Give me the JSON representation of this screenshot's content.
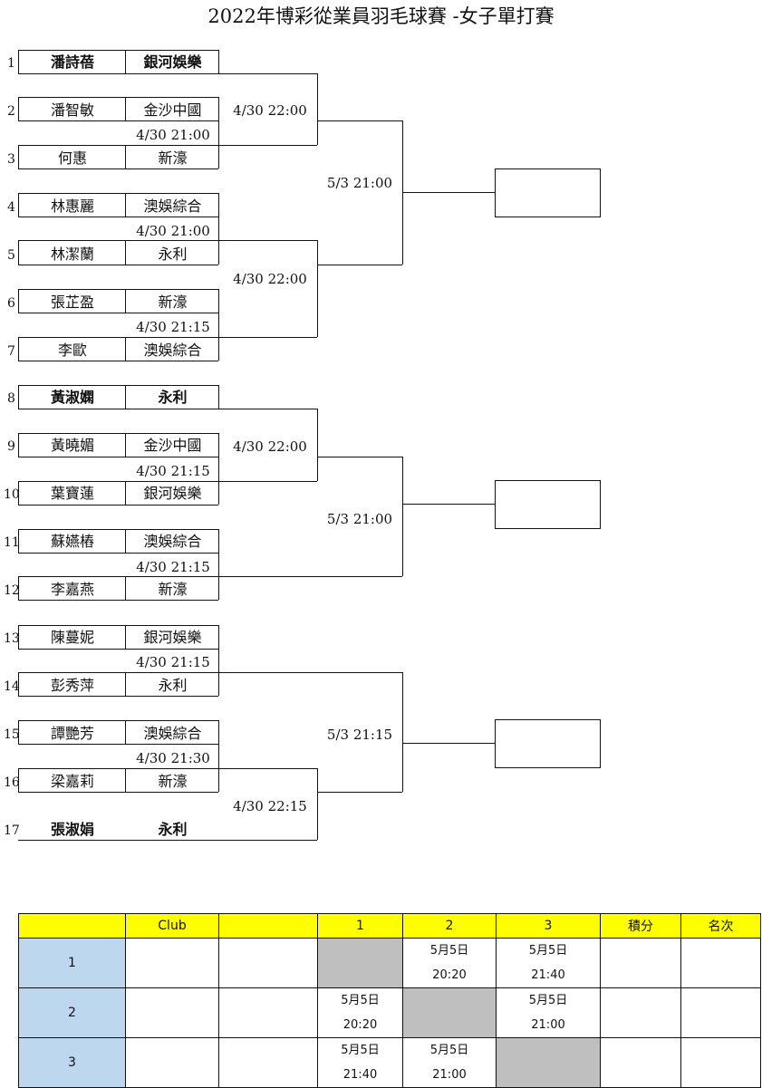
{
  "title": "2022年博彩從業員羽毛球賽 -女子單打賽",
  "players": [
    {
      "seed": "1",
      "name": "潘詩蓓",
      "club": "銀河娛樂"
    },
    {
      "seed": "2",
      "name": "潘智敏",
      "club": "金沙中國"
    },
    {
      "seed": "3",
      "name": "何惠",
      "club": "新濠"
    },
    {
      "seed": "4",
      "name": "林惠麗",
      "club": "澳娛綜合"
    },
    {
      "seed": "5",
      "name": "林潔蘭",
      "club": "永利"
    },
    {
      "seed": "6",
      "name": "張芷盈",
      "club": "新濠"
    },
    {
      "seed": "7",
      "name": "李歐",
      "club": "澳娛綜合"
    },
    {
      "seed": "8",
      "name": "黃淑嫻",
      "club": "永利"
    },
    {
      "seed": "9",
      "name": "黃曉媚",
      "club": "金沙中國"
    },
    {
      "seed": "10",
      "name": "葉寶蓮",
      "club": "銀河娛樂"
    },
    {
      "seed": "11",
      "name": "蘇嬿樁",
      "club": "澳娛綜合"
    },
    {
      "seed": "12",
      "name": "李嘉燕",
      "club": "新濠"
    },
    {
      "seed": "13",
      "name": "陳蔓妮",
      "club": "銀河娛樂"
    },
    {
      "seed": "14",
      "name": "彭秀萍",
      "club": "永利"
    },
    {
      "seed": "15",
      "name": "譚艷芳",
      "club": "澳娛綜合"
    },
    {
      "seed": "16",
      "name": "梁嘉莉",
      "club": "新濠"
    },
    {
      "seed": "17",
      "name": "張淑娟",
      "club": "永利"
    }
  ],
  "times": {
    "r1_2_3": "4/30 21:00",
    "r1_4_5": "4/30 21:00",
    "r1_6_7": "4/30 21:15",
    "r1_9_10": "4/30 21:15",
    "r1_11_12": "4/30 21:15",
    "r1_13_14": "4/30 21:15",
    "r1_15_16": "4/30 21:30",
    "r2_top": "4/30 22:00",
    "r2_mid": "4/30 22:00",
    "r2_g2": "4/30 22:00",
    "r2_g3": "4/30 22:15",
    "sf_g1": "5/3 21:00",
    "sf_g2": "5/3 21:00",
    "sf_g3": "5/3 21:15"
  },
  "table": {
    "headers": [
      "",
      "Club",
      "",
      "1",
      "2",
      "3",
      "積分",
      "名次"
    ],
    "rows": [
      {
        "label": "1",
        "c1": [
          "",
          ""
        ],
        "c2": [
          "5月5日",
          "20:20"
        ],
        "c3": [
          "5月5日",
          "21:40"
        ]
      },
      {
        "label": "2",
        "c1": [
          "5月5日",
          "20:20"
        ],
        "c2": [
          "",
          ""
        ],
        "c3": [
          "5月5日",
          "21:00"
        ]
      },
      {
        "label": "3",
        "c1": [
          "5月5日",
          "21:40"
        ],
        "c2": [
          "5月5日",
          "21:00"
        ],
        "c3": [
          "",
          ""
        ]
      }
    ]
  }
}
